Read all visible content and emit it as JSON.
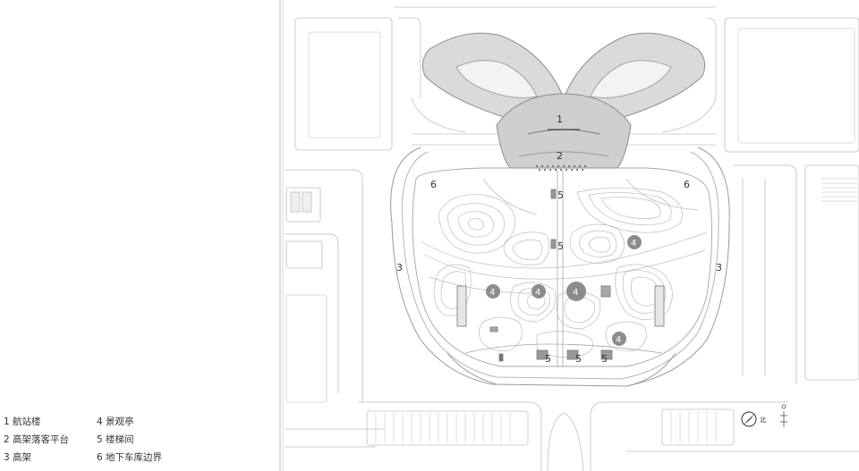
{
  "colors": {
    "line": "#9a9a9a",
    "line_light": "#c4c4c4",
    "roof_fill": "#d9d9d9",
    "roof_fill_dark": "#c8c8c8",
    "pavilion_fill": "#8c8c8c",
    "text": "#333333"
  },
  "callouts": {
    "terminal": "1",
    "platform": "2",
    "viaduct_left": "3",
    "viaduct_right": "3",
    "pavilion_a": "4",
    "pavilion_b": "4",
    "pavilion_c": "4",
    "pavilion_d": "4",
    "pavilion_e": "4",
    "stair_upper": "5",
    "stair_middle": "5",
    "stair_bottom_left": "5",
    "stair_bottom_center": "5",
    "stair_bottom_right": "5",
    "garage_left": "6",
    "garage_right": "6"
  },
  "north_label": "北",
  "legend": [
    {
      "num": "1",
      "text": "航站楼"
    },
    {
      "num": "2",
      "text": "高架落客平台"
    },
    {
      "num": "3",
      "text": "高架"
    },
    {
      "num": "4",
      "text": "景观亭"
    },
    {
      "num": "5",
      "text": "楼梯间"
    },
    {
      "num": "6",
      "text": "地下车库边界"
    }
  ]
}
